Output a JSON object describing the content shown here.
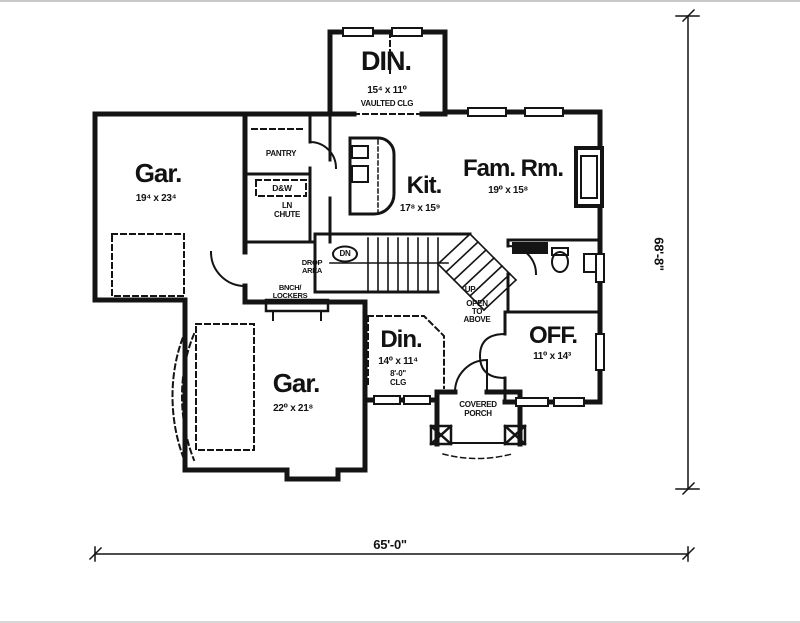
{
  "rooms": {
    "formal_dining": {
      "name": "DIN.",
      "dims": "15⁴ x 11⁰",
      "ceiling": "VAULTED CLG"
    },
    "side_garage": {
      "name": "Gar.",
      "dims": "19⁴ x 23⁴"
    },
    "kitchen": {
      "name": "Kit.",
      "dims": "17⁸ x 15⁹"
    },
    "family_room": {
      "name": "Fam. Rm.",
      "dims": "19⁰ x 15⁸"
    },
    "dinette": {
      "name": "Din.",
      "dims": "14⁰ x 11⁴",
      "ceiling_height": "8'-0\"",
      "ceiling_suffix": "CLG"
    },
    "office": {
      "name": "OFF.",
      "dims": "11⁰ x 14³"
    },
    "rear_garage": {
      "name": "Gar.",
      "dims": "22⁰ x 21⁸"
    },
    "covered_porch": {
      "line1": "COVERED",
      "line2": "PORCH"
    }
  },
  "features": {
    "pantry": "PANTRY",
    "washer_dryer": "D&W",
    "chute_line1": "LN",
    "chute_line2": "CHUTE",
    "drop_line1": "DROP",
    "drop_line2": "AREA",
    "bench_line1": "BNCH/",
    "bench_line2": "LOCKERS",
    "stairs_down": "DN",
    "stairs_up": "UP",
    "open_to_above_line1": "OPEN",
    "open_to_above_line2": "TO",
    "open_to_above_line3": "ABOVE"
  },
  "overall_dimensions": {
    "width": "65'-0\"",
    "depth": "68'-8\""
  },
  "colors": {
    "ink": "#121212",
    "paper": "#ffffff"
  }
}
